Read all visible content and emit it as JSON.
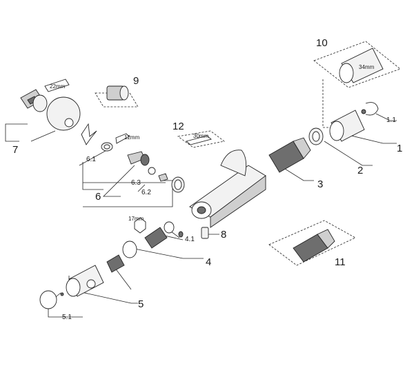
{
  "callouts": {
    "c1": "1",
    "c1_1": "1.1",
    "c2": "2",
    "c3": "3",
    "c4": "4",
    "c4_1": "4.1",
    "c5": "5",
    "c5_1": "5.1",
    "c6": "6",
    "c6_1": "6.1",
    "c6_2": "6.2",
    "c6_3": "6.3",
    "c7": "7",
    "c8": "8",
    "c9": "9",
    "c10": "10",
    "c11": "11",
    "c12": "12"
  },
  "dimensions": {
    "d22": "22mm",
    "d12": "12mm",
    "d30": "30mm",
    "d34": "34mm",
    "d17": "17mm"
  }
}
